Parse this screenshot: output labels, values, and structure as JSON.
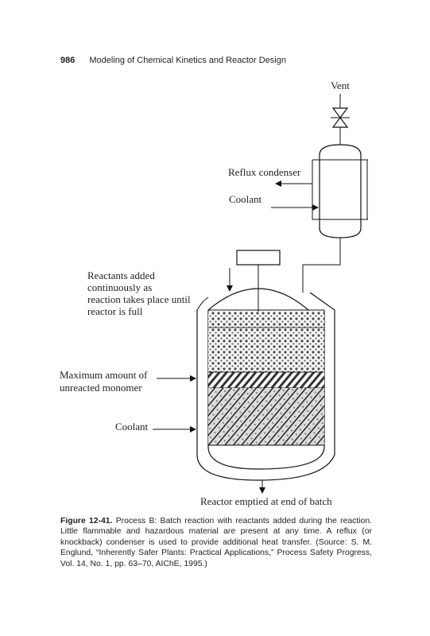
{
  "header": {
    "page_number": "986",
    "running_title": "Modeling of Chemical Kinetics and Reactor Design"
  },
  "figure": {
    "labels": {
      "vent": "Vent",
      "reflux_condenser": "Reflux condenser",
      "coolant_condenser": "Coolant",
      "reactants_line1": "Reactants added",
      "reactants_line2": "continuously as",
      "reactants_line3": "reaction takes place until",
      "reactants_line4": "reactor is full",
      "max_line1": "Maximum amount of",
      "max_line2": "unreacted monomer",
      "coolant_jacket": "Coolant",
      "emptied": "Reactor emptied at end of batch"
    }
  },
  "caption": {
    "label": "Figure 12-41.",
    "text": " Process B: Batch reaction with reactants added during the reaction. Little flammable and hazardous material are present at any time. A reflux (or knockback) condenser is used to provide additional heat transfer. (Source: S. M. Englund, “Inherently Safer Plants: Practical Applications,” Process Safety Progress, Vol. 14, No. 1, pp. 63–70, AIChE, 1995.)"
  }
}
